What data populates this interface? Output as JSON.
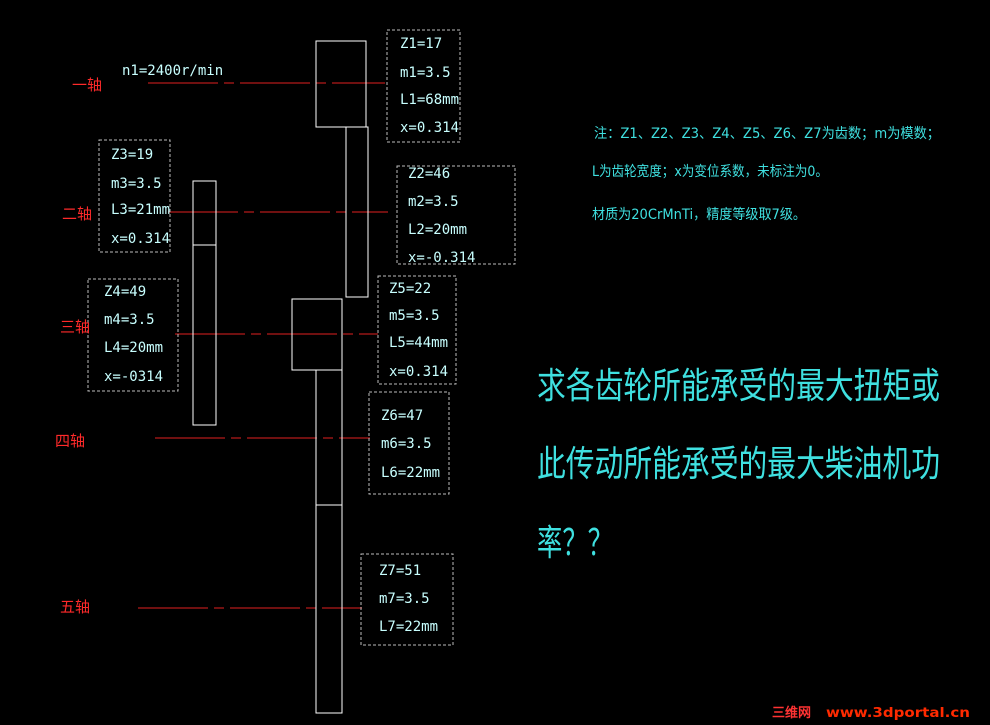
{
  "colors": {
    "background": "#000000",
    "gear_outline": "#ffffff",
    "shaft_line": "#e02020",
    "shaft_label": "#ff2a2a",
    "param_text": "#c8ffff",
    "param_box": "#bdbdbd",
    "note_text": "#3fe0e0",
    "watermark_a": "#ff3333",
    "watermark_b": "#ff2a00"
  },
  "input_speed": "n1=2400r/min",
  "shafts": [
    {
      "id": "shaft-1",
      "label": "一轴"
    },
    {
      "id": "shaft-2",
      "label": "二轴"
    },
    {
      "id": "shaft-3",
      "label": "三轴"
    },
    {
      "id": "shaft-4",
      "label": "四轴"
    },
    {
      "id": "shaft-5",
      "label": "五轴"
    }
  ],
  "gear_params": [
    {
      "id": "gear-1",
      "lines": [
        "Z1=17",
        "m1=3.5",
        "L1=68mm",
        "x=0.314"
      ]
    },
    {
      "id": "gear-2",
      "lines": [
        "Z2=46",
        "m2=3.5",
        "L2=20mm",
        "x=-0.314"
      ]
    },
    {
      "id": "gear-3",
      "lines": [
        "Z3=19",
        "m3=3.5",
        "L3=21mm",
        "x=0.314"
      ]
    },
    {
      "id": "gear-4",
      "lines": [
        "Z4=49",
        "m4=3.5",
        "L4=20mm",
        "x=-0314"
      ]
    },
    {
      "id": "gear-5",
      "lines": [
        "Z5=22",
        "m5=3.5",
        "L5=44mm",
        "x=0.314"
      ]
    },
    {
      "id": "gear-6",
      "lines": [
        "Z6=47",
        "m6=3.5",
        "L6=22mm"
      ]
    },
    {
      "id": "gear-7",
      "lines": [
        "Z7=51",
        "m7=3.5",
        "L7=22mm"
      ]
    }
  ],
  "note": {
    "line1": "注：Z1、Z2、Z3、Z4、Z5、Z6、Z7为齿数；m为模数；",
    "line2": "L为齿轮宽度；x为变位系数，未标注为0。",
    "line3": "材质为20CrMnTi，精度等级取7级。"
  },
  "question": {
    "line1": "求各齿轮所能承受的最大扭矩或",
    "line2": "此传动所能承受的最大柴油机功",
    "line3": "率？？"
  },
  "watermark": {
    "brand": "三维网",
    "url": "www.3dportal.cn"
  }
}
